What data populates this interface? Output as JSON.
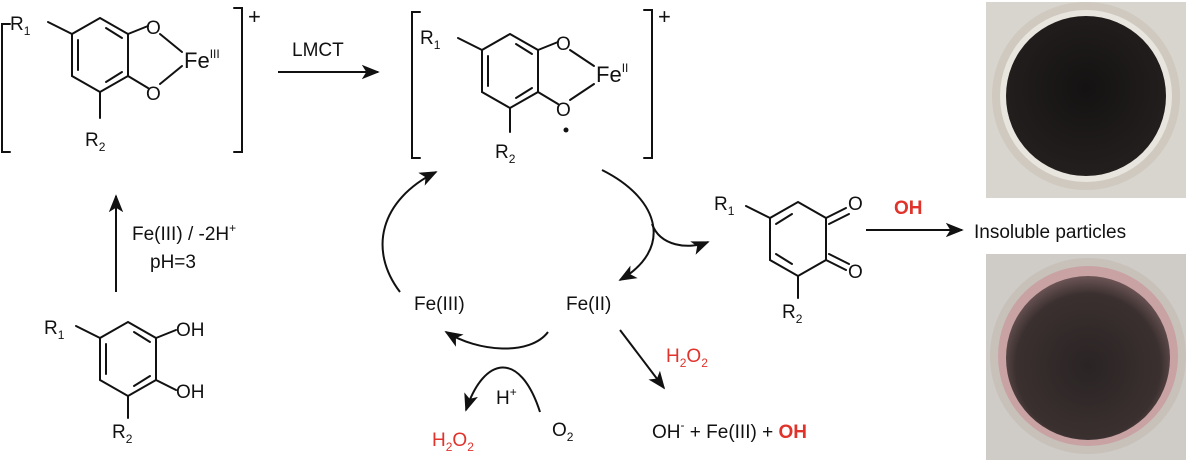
{
  "colors": {
    "ink": "#111111",
    "highlight": "#e0332b",
    "dish_dark": "#1b1716",
    "dish_rim": "#cfc9c0",
    "dish_pink": "#c9a2a4"
  },
  "complex_fe3": {
    "r1": "R",
    "r1_sub": "1",
    "r2": "R",
    "r2_sub": "2",
    "o_top": "O",
    "o_bot": "O",
    "metal": "Fe",
    "metal_ox": "III",
    "charge": "+"
  },
  "complex_fe2": {
    "r1": "R",
    "r1_sub": "1",
    "r2": "R",
    "r2_sub": "2",
    "o_top": "O",
    "o_bot": "O",
    "metal": "Fe",
    "metal_ox": "II",
    "charge": "+"
  },
  "lmct_label": "LMCT",
  "left_arrow": {
    "line1": "Fe(III) / -2H",
    "line1_sup": "+",
    "line2": "pH=3"
  },
  "catechol": {
    "r1": "R",
    "r1_sub": "1",
    "r2": "R",
    "r2_sub": "2",
    "oh_top": "OH",
    "oh_bot": "OH"
  },
  "quinone": {
    "r1": "R",
    "r1_sub": "1",
    "r2": "R",
    "r2_sub": "2",
    "o_top": "O",
    "o_bot": "O"
  },
  "cycle": {
    "fe3": "Fe(III)",
    "fe2": "Fe(II)",
    "h_plus": "H",
    "h_plus_sup": "+",
    "o2": "O",
    "o2_sub": "2",
    "h2o2_left": "H",
    "h2o2_left_sub1": "2",
    "h2o2_left_mid": "O",
    "h2o2_left_sub2": "2",
    "h2o2_right": "H",
    "h2o2_right_sub1": "2",
    "h2o2_right_mid": "O",
    "h2o2_right_sub2": "2"
  },
  "products": {
    "oh_minus": "OH",
    "oh_minus_sup": "-",
    "plus1": " + Fe(III) + ",
    "oh_radical": "OH"
  },
  "oh_arrow_label": "OH",
  "insoluble_label": "Insoluble particles",
  "photos": [
    {
      "name": "dish-top",
      "tone": "dark"
    },
    {
      "name": "dish-bottom",
      "tone": "brownish"
    }
  ]
}
